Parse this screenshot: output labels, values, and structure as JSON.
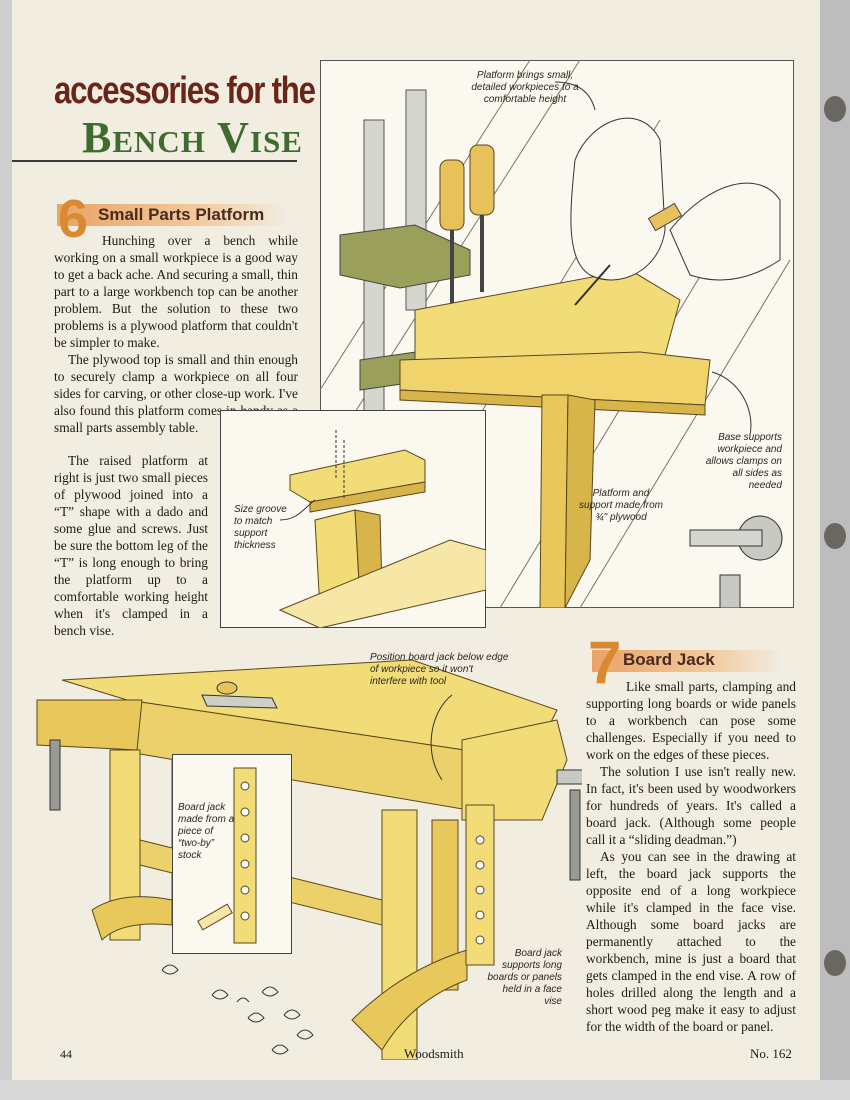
{
  "header": {
    "title_line1": "accessories for the",
    "title_line2": "Bench Vise"
  },
  "section6": {
    "number": "6",
    "heading": "Small Parts Platform",
    "paragraphs": [
      "Hunching over a bench while working on a small workpiece is a good way to get a back ache. And securing a small, thin part to a large workbench top can be another problem. But the solution to these two problems is a plywood platform that couldn't be simpler to make.",
      "The plywood top is small and thin enough to securely clamp a workpiece on all four sides for carving, or other close-up work. I've also found this platform comes in handy as a small parts assembly table.",
      "The raised platform at right is just two small pieces of plywood joined into a “T” shape with a dado and some glue and screws. Just be sure the bottom leg of the “T” is long enough to bring the platform up to a comfortable working height when it's clamped in a bench vise."
    ]
  },
  "section7": {
    "number": "7",
    "heading": "Board Jack",
    "paragraphs": [
      "Like small parts, clamping and supporting long boards or wide panels to a workbench can pose some challenges. Especially if you need to work on the edges of these pieces.",
      "The solution I use isn't really new. In fact, it's been used by woodworkers for hundreds of years. It's called a board jack. (Although some people call it a “sliding deadman.”)",
      "As you can see in the drawing at left, the board jack supports the opposite end of a long workpiece while it's clamped in the face vise. Although some board jacks are permanently attached to the workbench, mine is just a board that gets clamped in the end vise. A row of holes drilled along the length and a short wood peg make it easy to adjust for the width of the board or panel."
    ]
  },
  "callouts": {
    "platform_brings": "Platform brings small, detailed workpieces to a comfortable height",
    "base_supports": "Base supports workpiece and allows clamps on all sides as needed",
    "platform_support": "Platform and support made from ¾\" plywood",
    "size_groove": "Size groove to match support thickness",
    "position_jack": "Position board jack below edge of workpiece so it won't interfere with tool",
    "jack_made": "Board jack made from a piece of “two-by” stock",
    "jack_supports": "Board jack supports long boards or panels held in a face vise"
  },
  "footer": {
    "page_number": "44",
    "magazine": "Woodsmith",
    "issue": "No. 162"
  },
  "colors": {
    "wood": "#f2dc78",
    "wood_dark": "#d8b54a",
    "clamp": "#9aa05a",
    "accent": "#d9892f",
    "title_red": "#6a2418",
    "title_green": "#3f6b2f"
  }
}
